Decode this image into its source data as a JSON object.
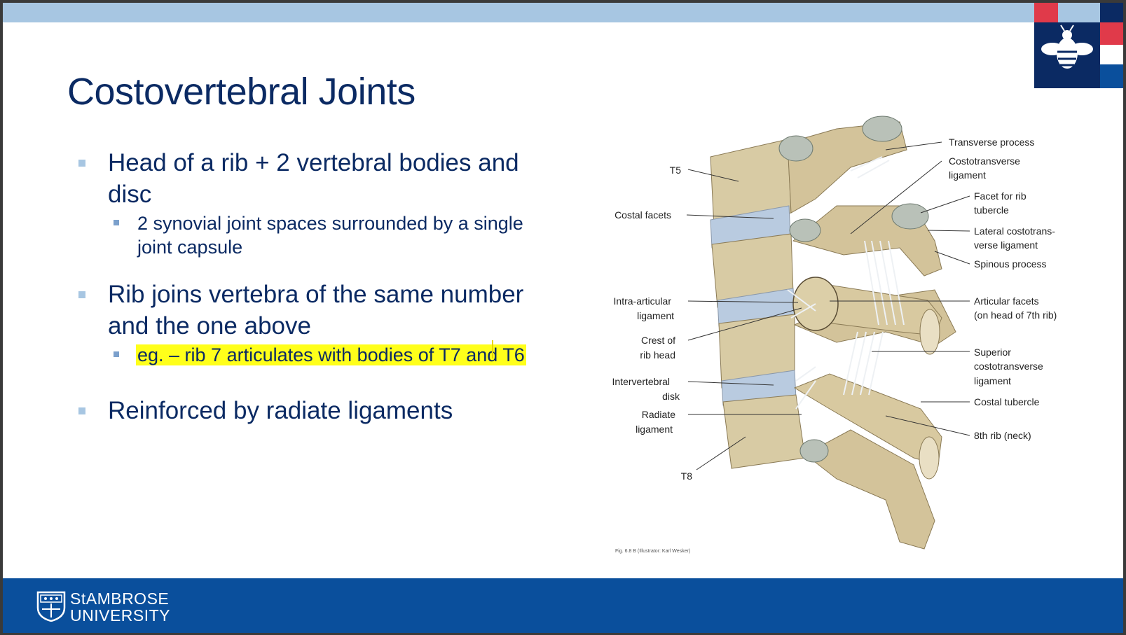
{
  "slide": {
    "title": "Costovertebral Joints",
    "bullets": [
      {
        "text": "Head of a rib + 2 vertebral bodies and disc",
        "sub": [
          "2 synovial joint spaces surrounded by a single joint capsule"
        ]
      },
      {
        "text": "Rib joins vertebra of the same number and the one above",
        "sub": [
          "eg. – rib 7 articulates with bodies of T7 and T6"
        ]
      },
      {
        "text": "Reinforced by radiate ligaments",
        "sub": []
      }
    ]
  },
  "figure": {
    "labels_left": [
      "T5",
      "Costal facets",
      "Intra-articular",
      "ligament",
      "Crest of",
      "rib head",
      "Intervertebral",
      "disk",
      "Radiate",
      "ligament",
      "T8"
    ],
    "labels_right": [
      "Transverse process",
      "Costotransverse",
      "ligament",
      "Facet for rib",
      "tubercle",
      "Lateral costotrans-",
      "verse ligament",
      "Spinous process",
      "Articular facets",
      "(on head of 7th rib)",
      "Superior",
      "costotransverse",
      "ligament",
      "Costal tubercle",
      "8th rib (neck)"
    ],
    "caption": "Fig. 6.8 B   (Illustrator: Karl Wesker)"
  },
  "footer": {
    "line1": "StAMBROSE",
    "line2": "UNIVERSITY"
  },
  "colors": {
    "title": "#0b2a63",
    "top_band": "#a7c6e2",
    "footer": "#0a4f9c",
    "highlight": "#ffff1a"
  }
}
